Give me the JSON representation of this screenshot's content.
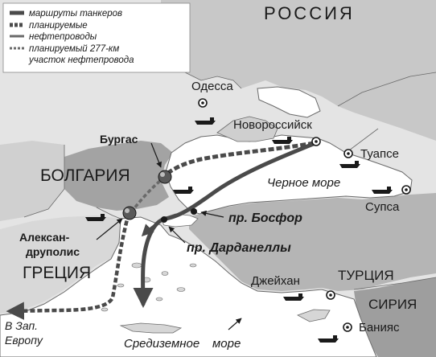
{
  "legend": {
    "tanker_routes": "маршруты танкеров",
    "planned": "планируемые",
    "pipelines": "нефтепроводы",
    "planned_277_line1": "планируемый 277-км",
    "planned_277_line2": "участок нефтепровода"
  },
  "countries": {
    "russia": "РОССИЯ",
    "bulgaria": "БОЛГАРИЯ",
    "greece": "ГРЕЦИЯ",
    "turkey": "ТУРЦИЯ",
    "syria": "СИРИЯ"
  },
  "cities": {
    "odessa": "Одесса",
    "novorossiysk": "Новороссийск",
    "tuapse": "Туапсе",
    "supsa": "Супса",
    "burgas": "Бургас",
    "alexandroupolis_line1": "Алексан-",
    "alexandroupolis_line2": "друполис",
    "ceyhan": "Джейхан",
    "banias": "Банияс"
  },
  "seas": {
    "black_sea": "Черное море",
    "mediterranean_line1": "Средиземное",
    "mediterranean_line2": "море"
  },
  "straits": {
    "bosphorus": "пр. Босфор",
    "dardanelles": "пр. Дарданеллы"
  },
  "direction": {
    "europe_line1": "В Зап.",
    "europe_line2": "Европу"
  },
  "colors": {
    "sea": "#ffffff",
    "land_dark": "#9a9a9a",
    "land_mid": "#c4c4c4",
    "land_light": "#e2e2e2",
    "route": "#555555",
    "ink": "#1a1a1a"
  }
}
